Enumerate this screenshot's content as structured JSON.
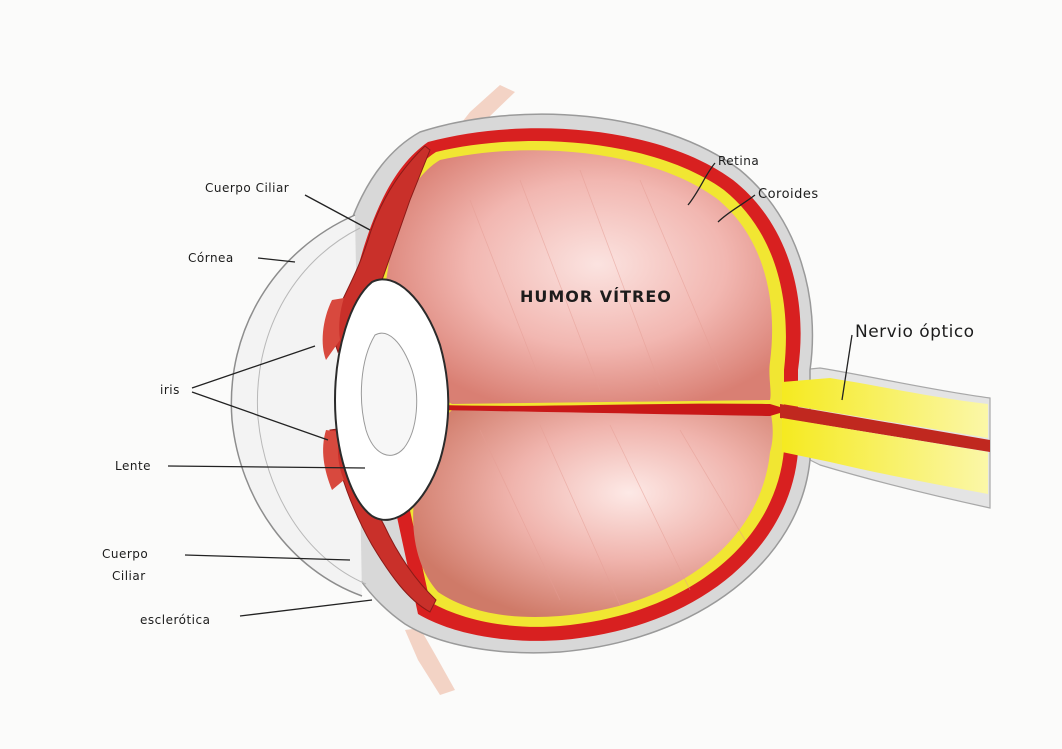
{
  "labels": {
    "cuerpo_ciliar_top": "Cuerpo Ciliar",
    "cornea": "Córnea",
    "iris": "iris",
    "lente": "Lente",
    "cuerpo_ciliar_bottom_line1": "Cuerpo",
    "cuerpo_ciliar_bottom_line2": "Ciliar",
    "esclerotica": "esclerótica",
    "humor_vitreo": "HUMOR VÍTREO",
    "retina": "Retina",
    "coroides": "Coroides",
    "nervio_optico": "Nervio óptico"
  },
  "colors": {
    "background": "#fbfbfa",
    "sclera": "#dcdcdc",
    "choroid": "#d91e1e",
    "retina": "#f3ec2a",
    "vitreous": "#f2b9b4",
    "ciliary": "#c9302a",
    "optic_nerve": "#f7f25a"
  }
}
